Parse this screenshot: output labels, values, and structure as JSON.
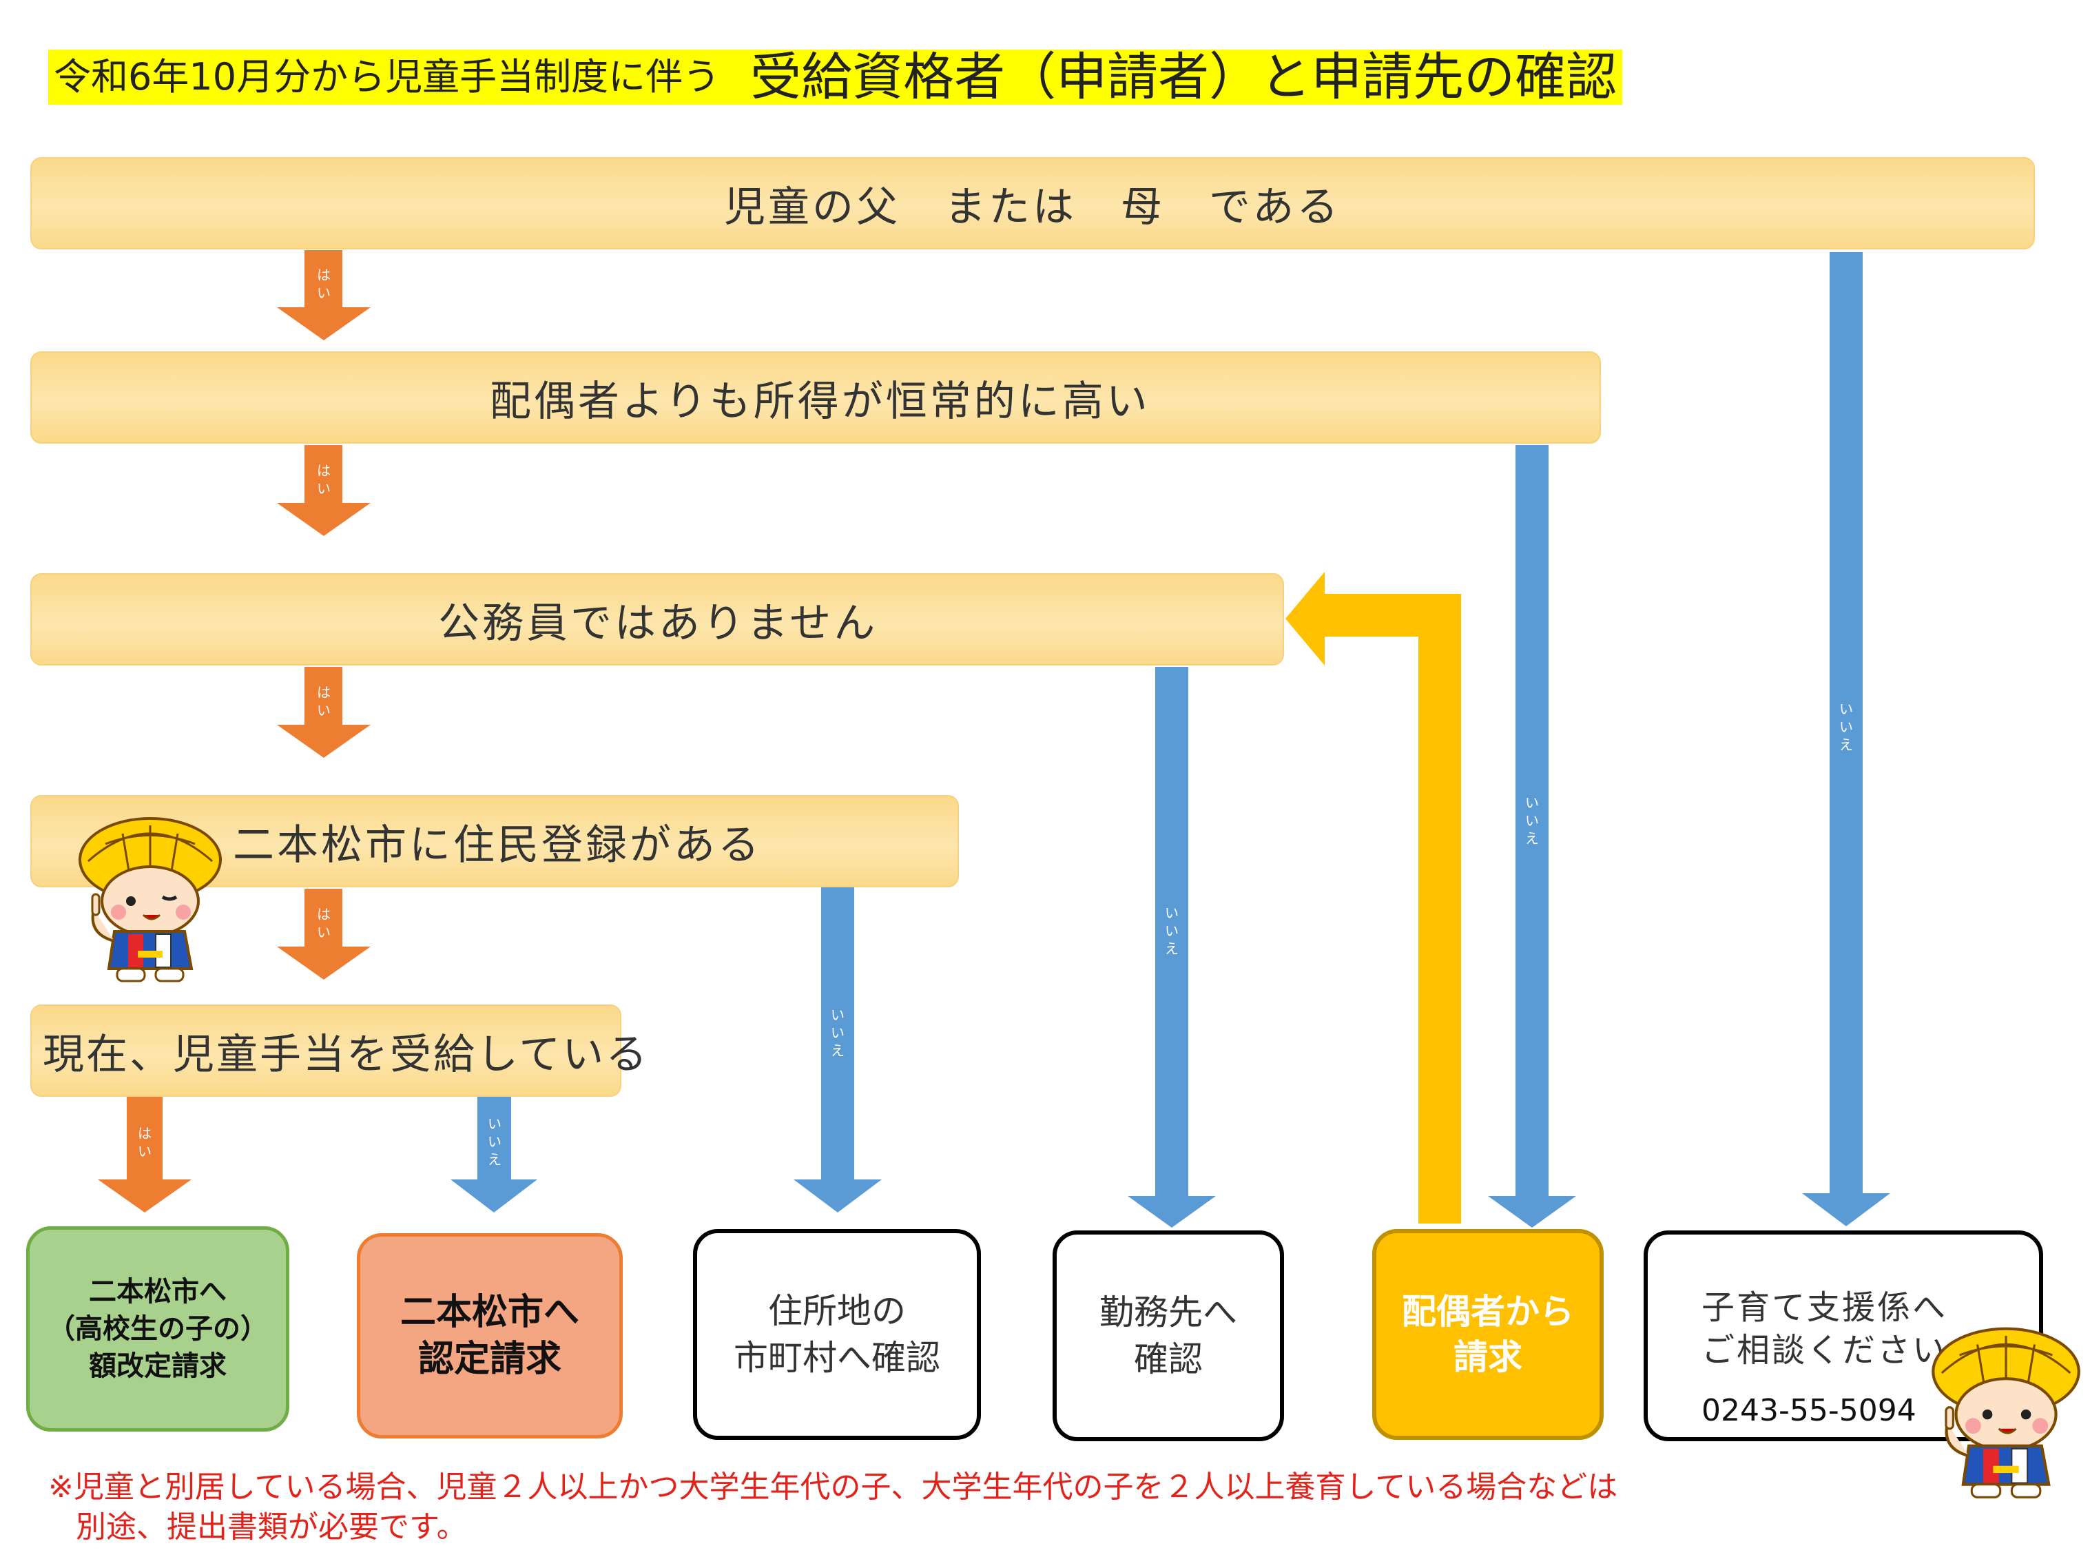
{
  "title": {
    "prefix": "令和6年10月分から児童手当制度に伴う",
    "main": "受給資格者（申請者）と申請先の確認"
  },
  "questions": [
    "児童の父　または　母　である",
    "配偶者よりも所得が恒常的に高い",
    "公務員ではありません",
    "二本松市に住民登録がある",
    "現在、児童手当を受給している"
  ],
  "arrow_labels": {
    "yes": "はい",
    "no": "いいえ"
  },
  "results": [
    {
      "text": "二本松市へ\n（高校生の子の）\n額改定請求"
    },
    {
      "text": "二本松市へ\n認定請求"
    },
    {
      "text": "住所地の\n市町村へ確認"
    },
    {
      "text": "勤務先へ\n確認"
    },
    {
      "text": "配偶者から\n請求"
    },
    {
      "text": "子育て支援係へ\nご相談ください",
      "phone": "0243-55-5094"
    }
  ],
  "footnote": {
    "line1": "※児童と別居している場合、児童２人以上かつ大学生年代の子、大学生年代の子を２人以上養育している場合などは",
    "line2": "別途、提出書類が必要です。"
  },
  "colors": {
    "yes_arrow": "#ed7d31",
    "no_arrow": "#5b9bd5",
    "return_arrow": "#ffc000",
    "question_fill": "#fde3a7",
    "title_highlight": "#ffff00",
    "footnote": "#e0241b",
    "result_green": "#a9d18e",
    "result_salmon": "#f4a582",
    "result_yellow": "#ffc000"
  },
  "icons": [
    "mascot-icon"
  ]
}
